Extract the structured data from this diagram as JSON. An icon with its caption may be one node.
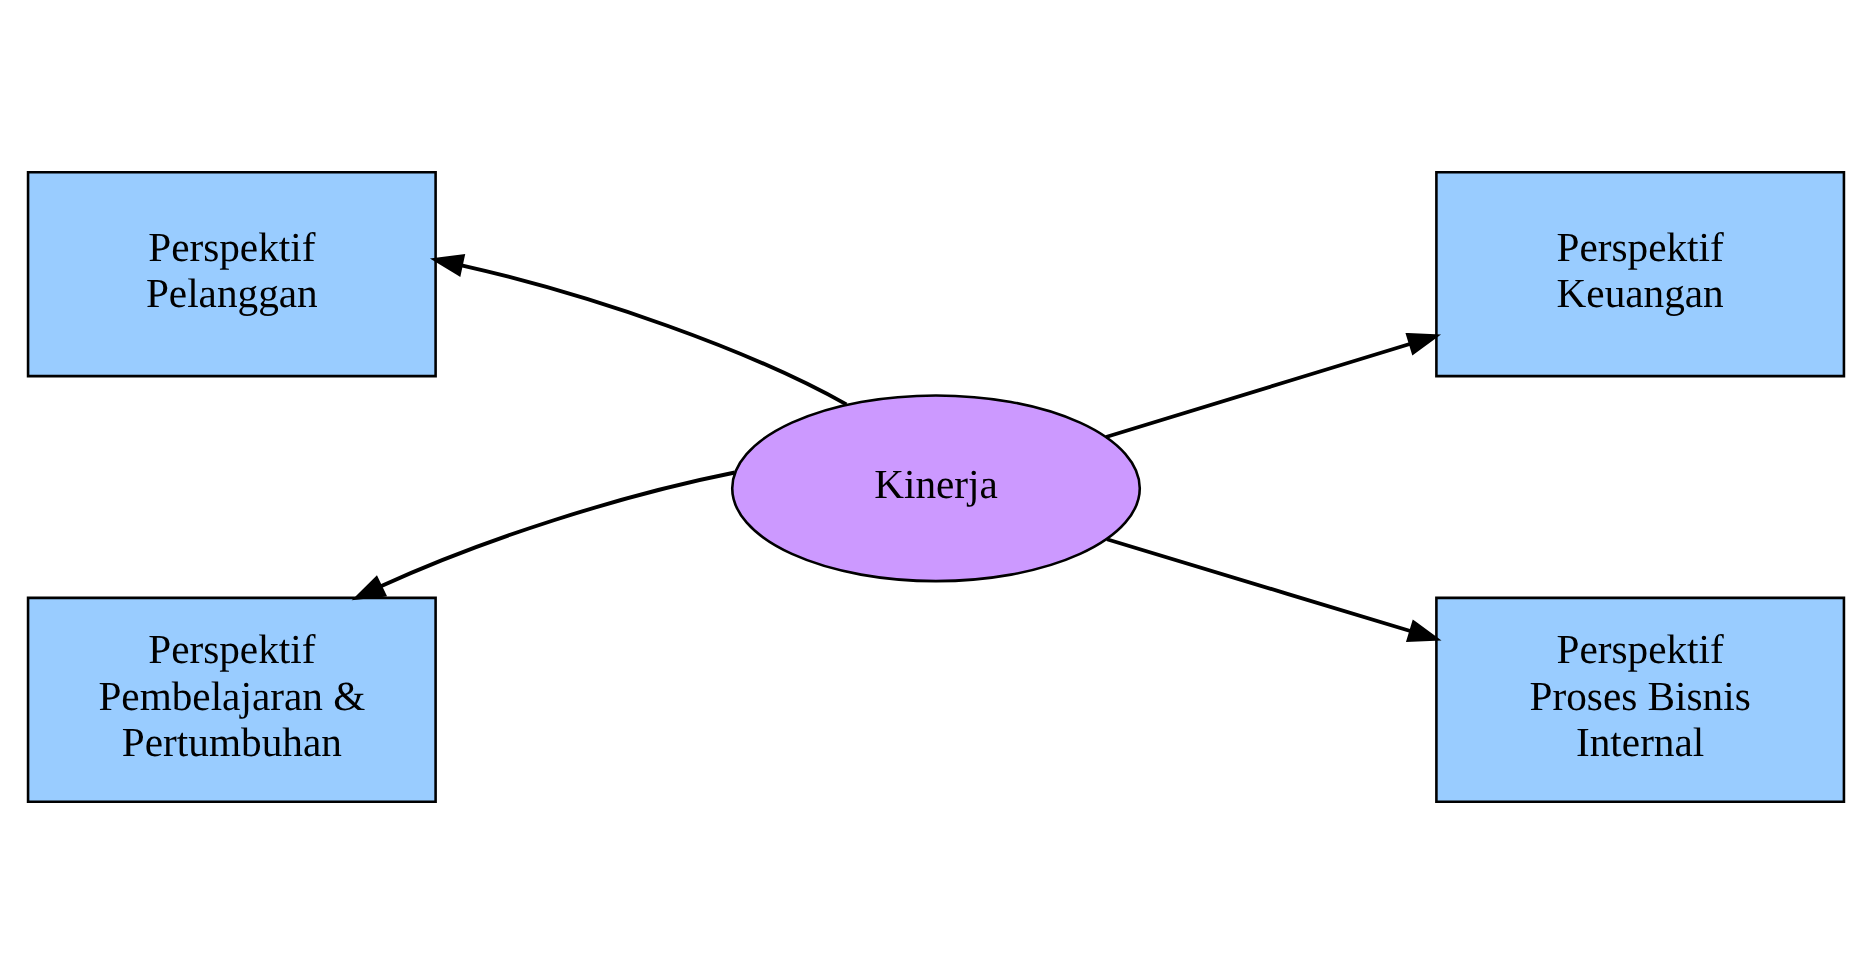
{
  "diagram": {
    "nodes": [
      {
        "text": [
          "Perspektif Pelanggan"
        ]
      },
      {
        "text": [
          "Perspektif Keuangan"
        ]
      },
      {
        "text": [
          "Kinerja"
        ]
      },
      {
        "text": [
          "Perspektif Pembelajaran & Pertumbuhan"
        ]
      },
      {
        "text": [
          "Perspektif Proses Bisnis Internal"
        ]
      }
    ],
    "edges": [
      {
        "from": 2,
        "to": 0,
        "arrow": "to"
      },
      {
        "from": 2,
        "to": 1,
        "arrow": "to"
      },
      {
        "from": 2,
        "to": 3,
        "arrow": "to"
      },
      {
        "from": 2,
        "to": 4,
        "arrow": "to"
      }
    ]
  }
}
